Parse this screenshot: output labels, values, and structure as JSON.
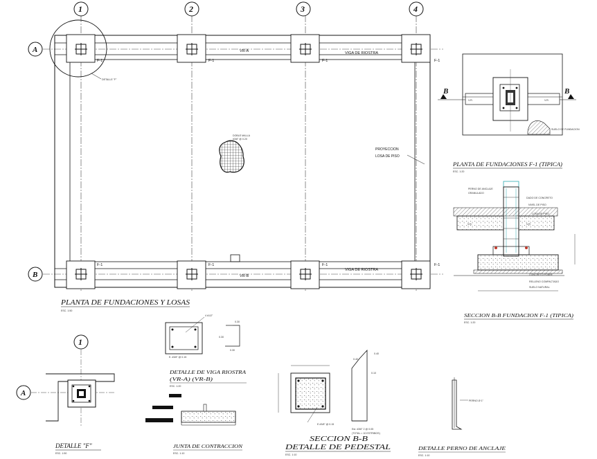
{
  "plan": {
    "title": "PLANTA DE FUNDACIONES Y LOSAS",
    "scale": "ESC. 1:50",
    "grid_columns": [
      "1",
      "2",
      "3",
      "4"
    ],
    "grid_rows": [
      "A",
      "B"
    ],
    "footing_tag": "F-1",
    "beam_top": "VR-A",
    "beam_bottom": "VR-B",
    "beam_name": "VIGA DE RIOSTRA",
    "slab_note_1": "PROYECCION",
    "slab_note_2": "LOSA DE PISO",
    "mesh_note_1": "DOBLE MALLA",
    "mesh_note_2": "#3/8\" @ 0.20",
    "detail_callout": "DETALLE \"F\""
  },
  "plan_f1": {
    "title": "PLANTA DE FUNDACIONES F-1 (TIPICA)",
    "scale": "ESC. 1:20",
    "section_mark": "B",
    "beam_left": "V.R.",
    "beam_right": "V.R.",
    "note": "SUELO DE FUNDACION"
  },
  "section_f1": {
    "title": "SECCION B-B FUNDACION F-1 (TIPICA)",
    "scale": "ESC. 1:20",
    "beam_left": "V.R.",
    "beam_right": "V.R.",
    "labels": [
      "PERNO DE ANCLAJE",
      "GRANULADO",
      "DADO DE CONCRETO",
      "NIVEL DE PISO",
      "LOSA DE PISO",
      "CONCRETO POBRE",
      "RELLENO COMPACTADO",
      "SUELO NATURAL"
    ]
  },
  "detalle_f": {
    "title": "DETALLE \"F\"",
    "scale": "ESC. 1:50",
    "column": "1",
    "row": "A"
  },
  "viga_riostra": {
    "title_1": "DETALLE DE VIGA RIOSTRA",
    "title_2": "(VR-A) (VR-B)",
    "scale": "ESC. 1:20",
    "rebar_note": "4 #1/2\"",
    "stirrup_note": "E. #3/8\" @ 0.15",
    "dims": [
      "0.30",
      "0.30",
      "0.30"
    ]
  },
  "junta": {
    "title": "JUNTA DE CONTRACCION",
    "scale": "ESC. 1:10"
  },
  "pedestal": {
    "title_1": "SECCION B-B",
    "title_2": "DETALLE DE PEDESTAL",
    "scale": "ESC. 1:10",
    "tie_note": "E #3/8\" @ 0.15",
    "rebar_note_1": "Est. #3/8\" 2 @ 0.05",
    "rebar_note_2": "(TOTAL = 10 ESTRIBOS)",
    "dims": [
      "0.40",
      "0.40",
      "0.10"
    ]
  },
  "perno": {
    "title": "DETALLE PERNO DE ANCLAJE",
    "scale": "ESC. 1:10",
    "note": "PERNO Ø 1\""
  }
}
